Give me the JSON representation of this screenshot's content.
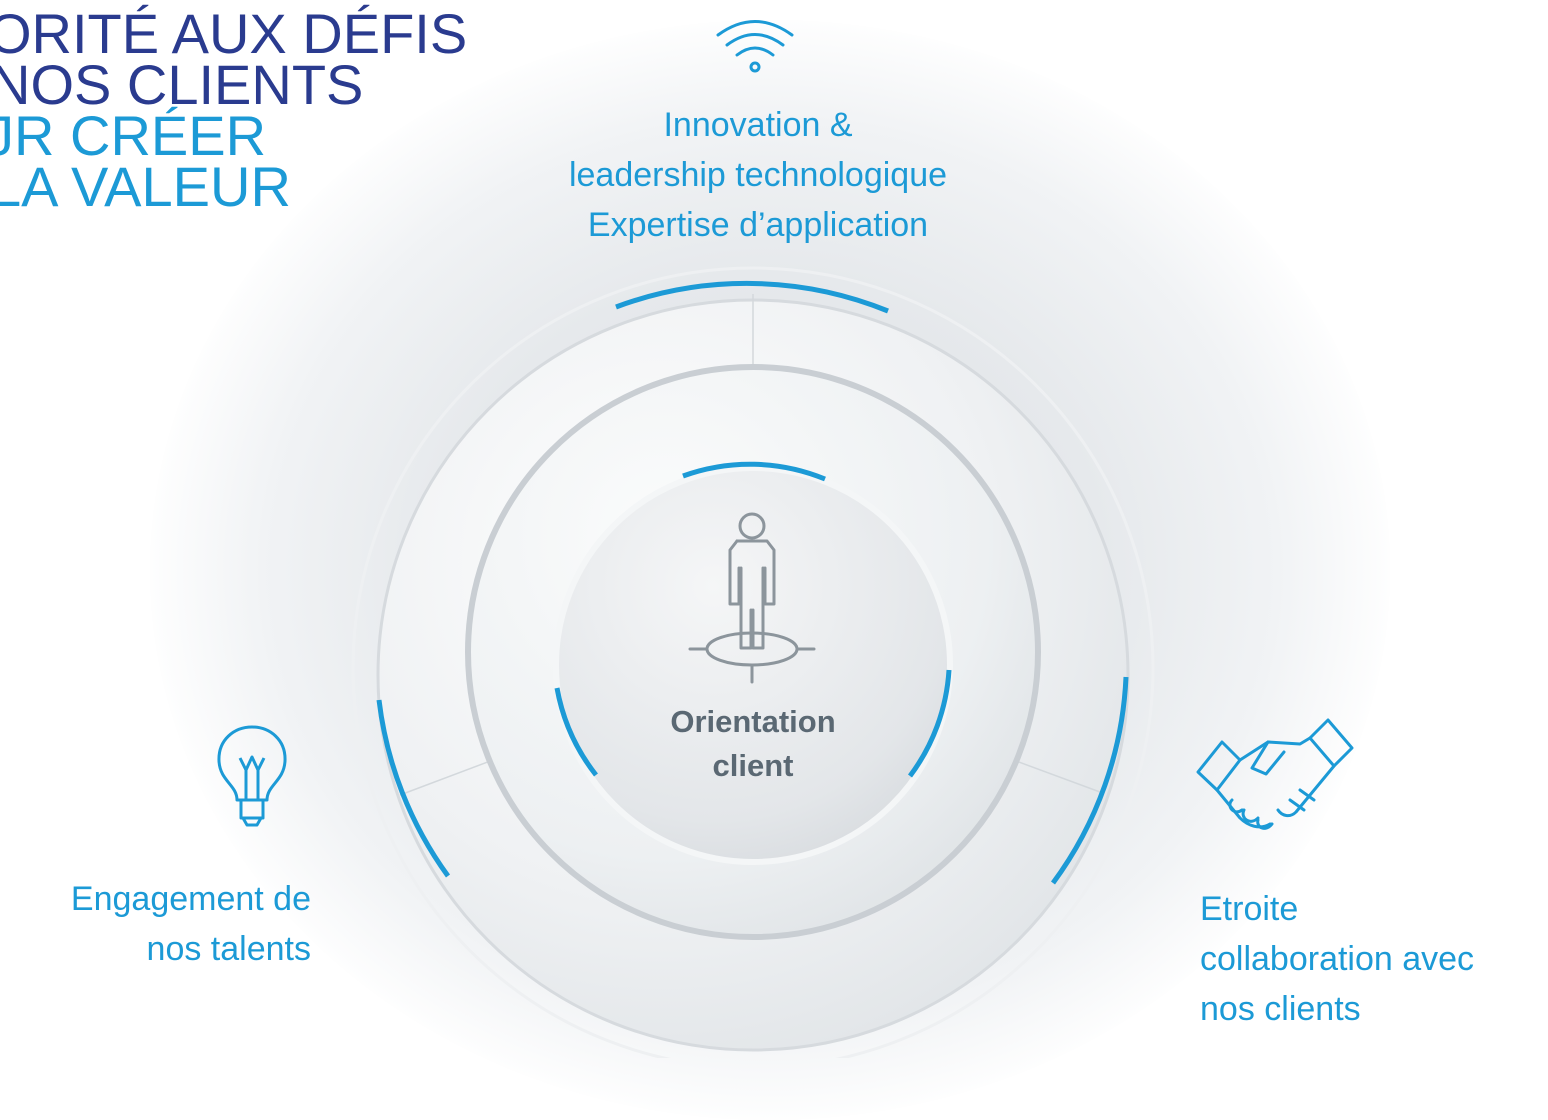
{
  "headline": {
    "line1": "ORITÉ AUX DÉFIS",
    "line2": "NOS CLIENTS",
    "line3": "JR CRÉER",
    "line4": "LA VALEUR"
  },
  "pillars": {
    "top": {
      "icon": "wifi-icon",
      "lines": [
        "Innovation &",
        "leadership technologique",
        "Expertise d’application"
      ]
    },
    "left": {
      "icon": "lightbulb-icon",
      "lines": [
        "Engagement de",
        "nos talents"
      ]
    },
    "right": {
      "icon": "handshake-icon",
      "lines": [
        "Etroite",
        "collaboration avec",
        "nos clients"
      ]
    }
  },
  "center": {
    "icon": "person-target-icon",
    "lines": [
      "Orientation",
      "client"
    ]
  },
  "colors": {
    "navy": "#2a3b8f",
    "accent": "#1c9ad6",
    "center_text": "#5a6873",
    "icon_gray": "#8c959c"
  }
}
